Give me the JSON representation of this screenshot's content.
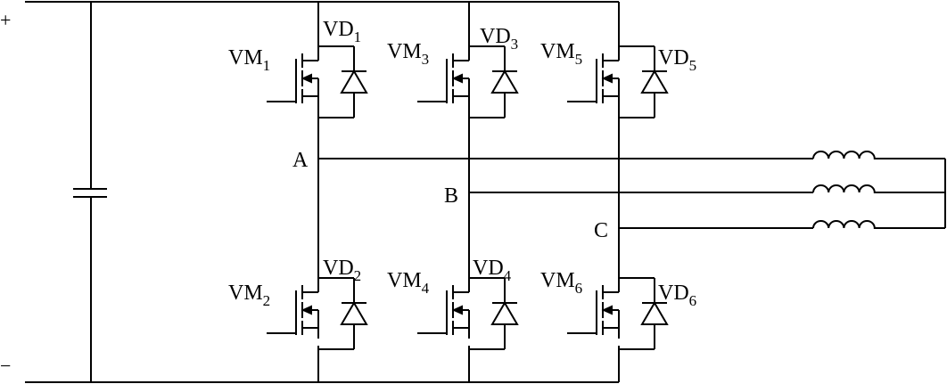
{
  "terminals": {
    "plus": "+",
    "minus": "−"
  },
  "nodes": {
    "a": "A",
    "b": "B",
    "c": "C"
  },
  "mosfets": [
    {
      "base": "VM",
      "sub": "1"
    },
    {
      "base": "VM",
      "sub": "3"
    },
    {
      "base": "VM",
      "sub": "5"
    },
    {
      "base": "VM",
      "sub": "2"
    },
    {
      "base": "VM",
      "sub": "4"
    },
    {
      "base": "VM",
      "sub": "6"
    }
  ],
  "diodes": [
    {
      "base": "VD",
      "sub": "1"
    },
    {
      "base": "VD",
      "sub": "3"
    },
    {
      "base": "VD",
      "sub": "5"
    },
    {
      "base": "VD",
      "sub": "2"
    },
    {
      "base": "VD",
      "sub": "4"
    },
    {
      "base": "VD",
      "sub": "6"
    }
  ]
}
